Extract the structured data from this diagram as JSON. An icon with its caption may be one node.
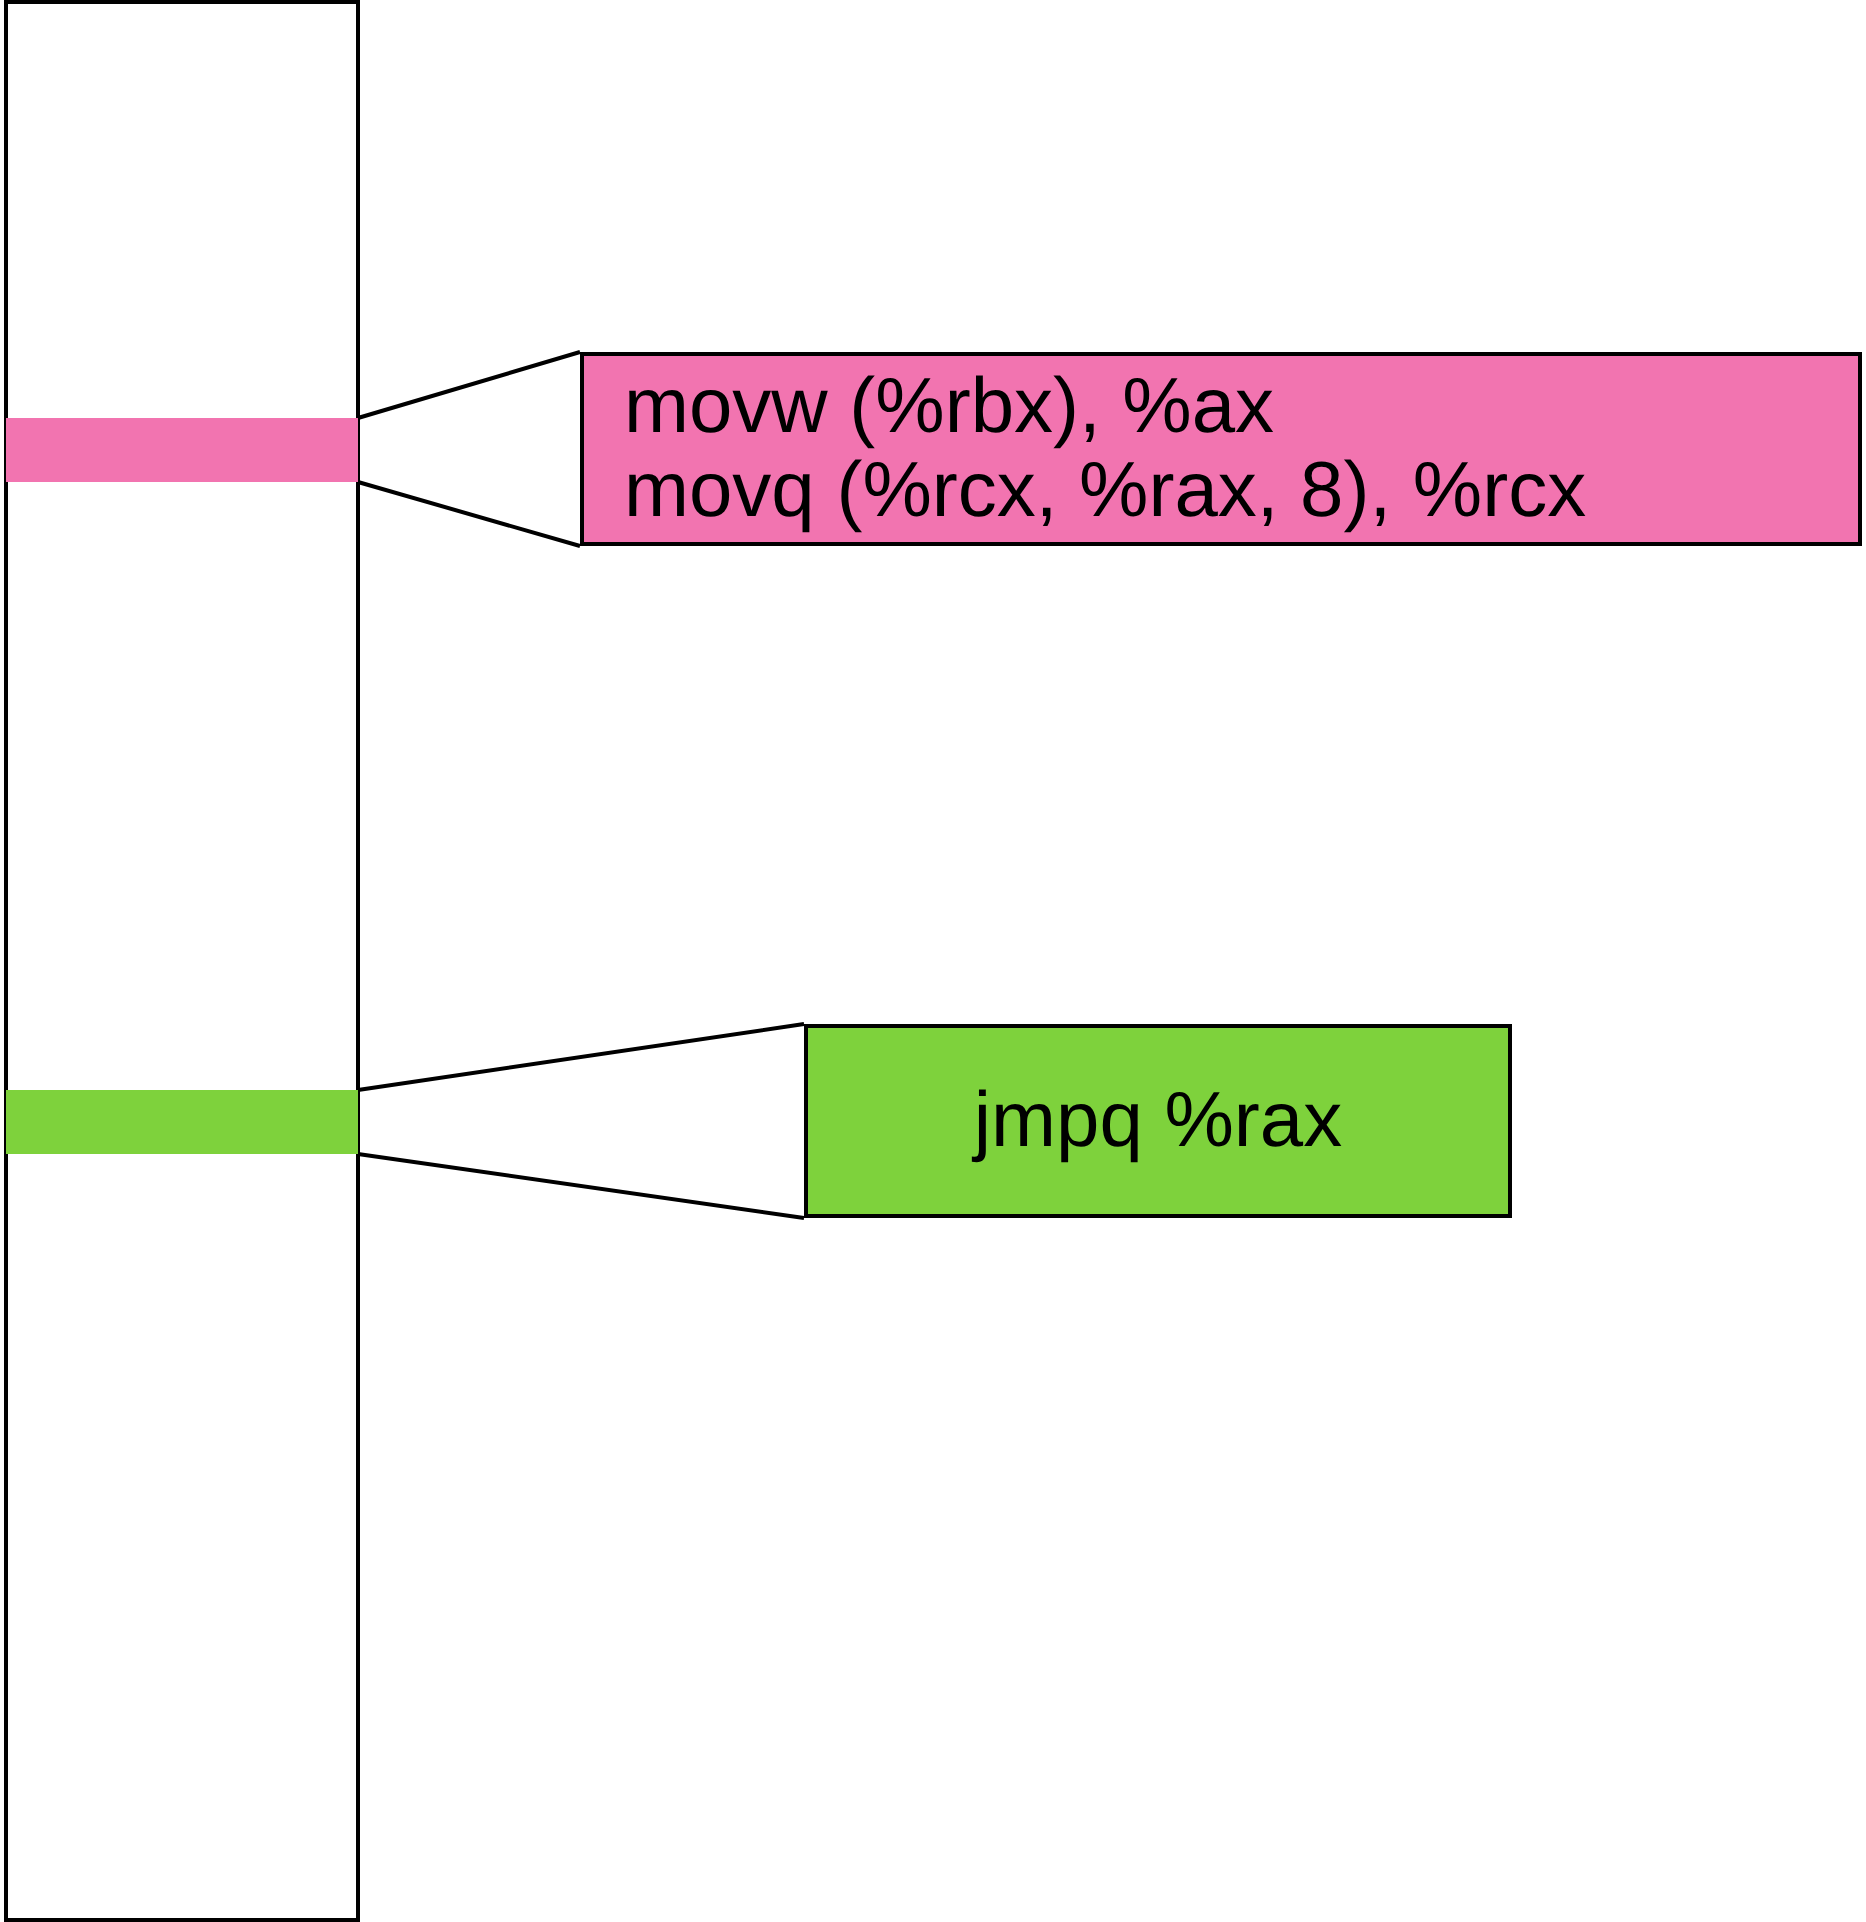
{
  "diagram": {
    "nodes": [
      {
        "text": [],
        "shape": "box"
      },
      {
        "text": [],
        "shape": "bar",
        "in": 0
      },
      {
        "text": [
          "movw (%rbx), %ax",
          "movq (%rcx, %rax, 8), %rcx"
        ]
      },
      {
        "text": [],
        "shape": "bar",
        "in": 0
      },
      {
        "text": [
          "jmpq %rax"
        ]
      }
    ],
    "edges": [
      {
        "from": 1,
        "to": 2,
        "arrow": "none"
      },
      {
        "from": 3,
        "to": 4,
        "arrow": "none"
      }
    ]
  }
}
